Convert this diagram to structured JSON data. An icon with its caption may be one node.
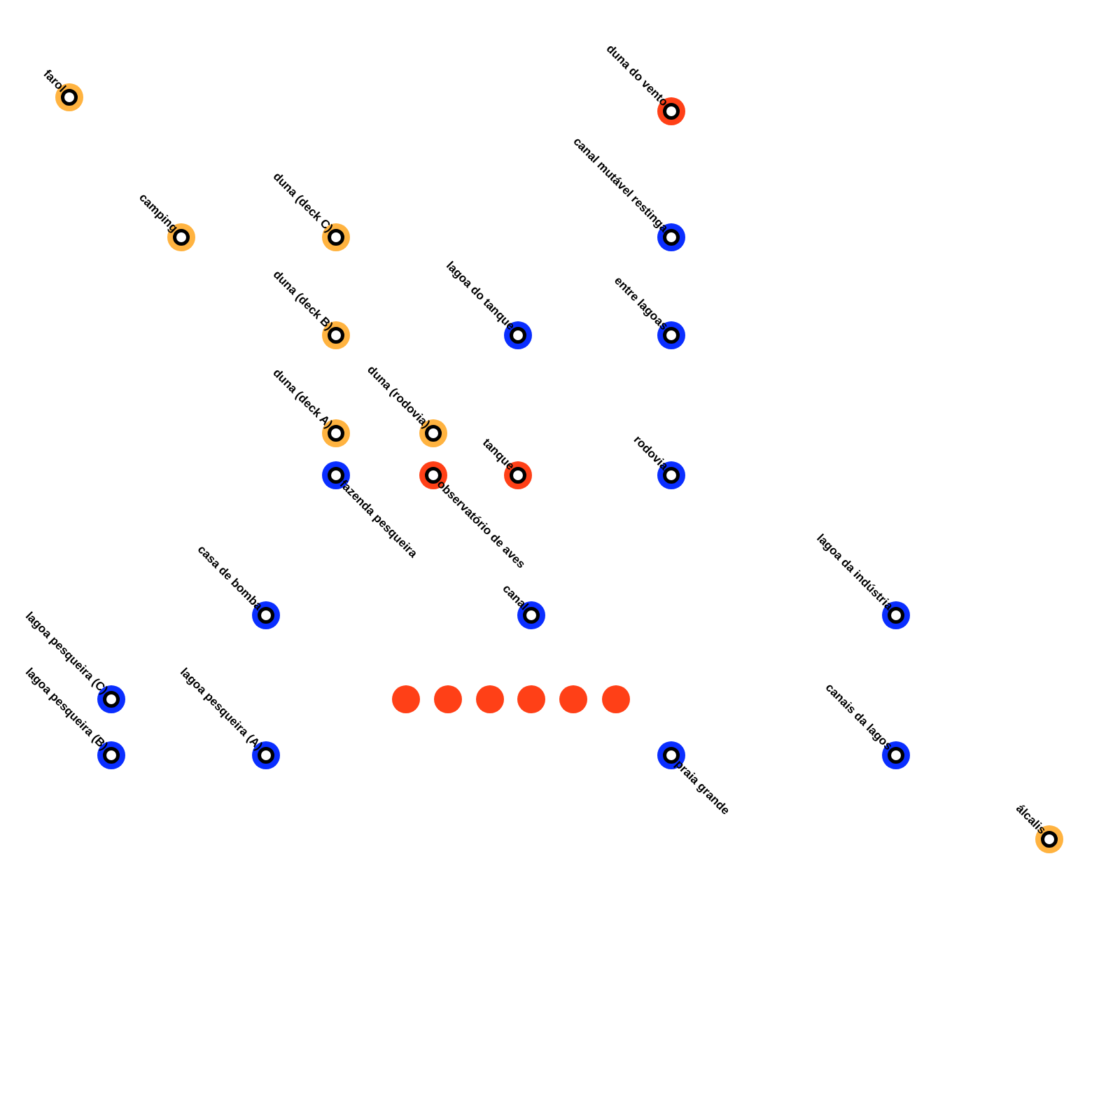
{
  "diagram": {
    "nodes": [
      {
        "text": [
          "farol"
        ]
      },
      {
        "text": [
          "duna do vento"
        ]
      },
      {
        "text": [
          "camping"
        ]
      },
      {
        "text": [
          "duna (deck C)"
        ]
      },
      {
        "text": [
          "canal mutável restinga"
        ]
      },
      {
        "text": [
          "duna (deck B)"
        ]
      },
      {
        "text": [
          "lagoa do tanque"
        ]
      },
      {
        "text": [
          "entre lagoas"
        ]
      },
      {
        "text": [
          "duna (deck A)"
        ]
      },
      {
        "text": [
          "duna (rodovia)"
        ]
      },
      {
        "text": [
          "fazenda pesqueira"
        ]
      },
      {
        "text": [
          "observatório de aves"
        ]
      },
      {
        "text": [
          "tanque"
        ]
      },
      {
        "text": [
          "rodovia"
        ]
      },
      {
        "text": [
          "casa de bomba"
        ]
      },
      {
        "text": [
          "canal"
        ]
      },
      {
        "text": [
          "lagoa da indústria"
        ]
      },
      {
        "text": [
          "lagoa pesqueira (C)"
        ]
      },
      {
        "text": [],
        "shape": "circle"
      },
      {
        "text": [],
        "shape": "circle"
      },
      {
        "text": [],
        "shape": "circle"
      },
      {
        "text": [],
        "shape": "circle"
      },
      {
        "text": [],
        "shape": "circle"
      },
      {
        "text": [],
        "shape": "circle"
      },
      {
        "text": [
          "lagoa pesqueira (B)"
        ]
      },
      {
        "text": [
          "lagoa pesqueira (A)"
        ]
      },
      {
        "text": [
          "praia grande"
        ]
      },
      {
        "text": [
          "canais da lagos"
        ]
      },
      {
        "text": [
          "álcalis"
        ]
      }
    ]
  }
}
